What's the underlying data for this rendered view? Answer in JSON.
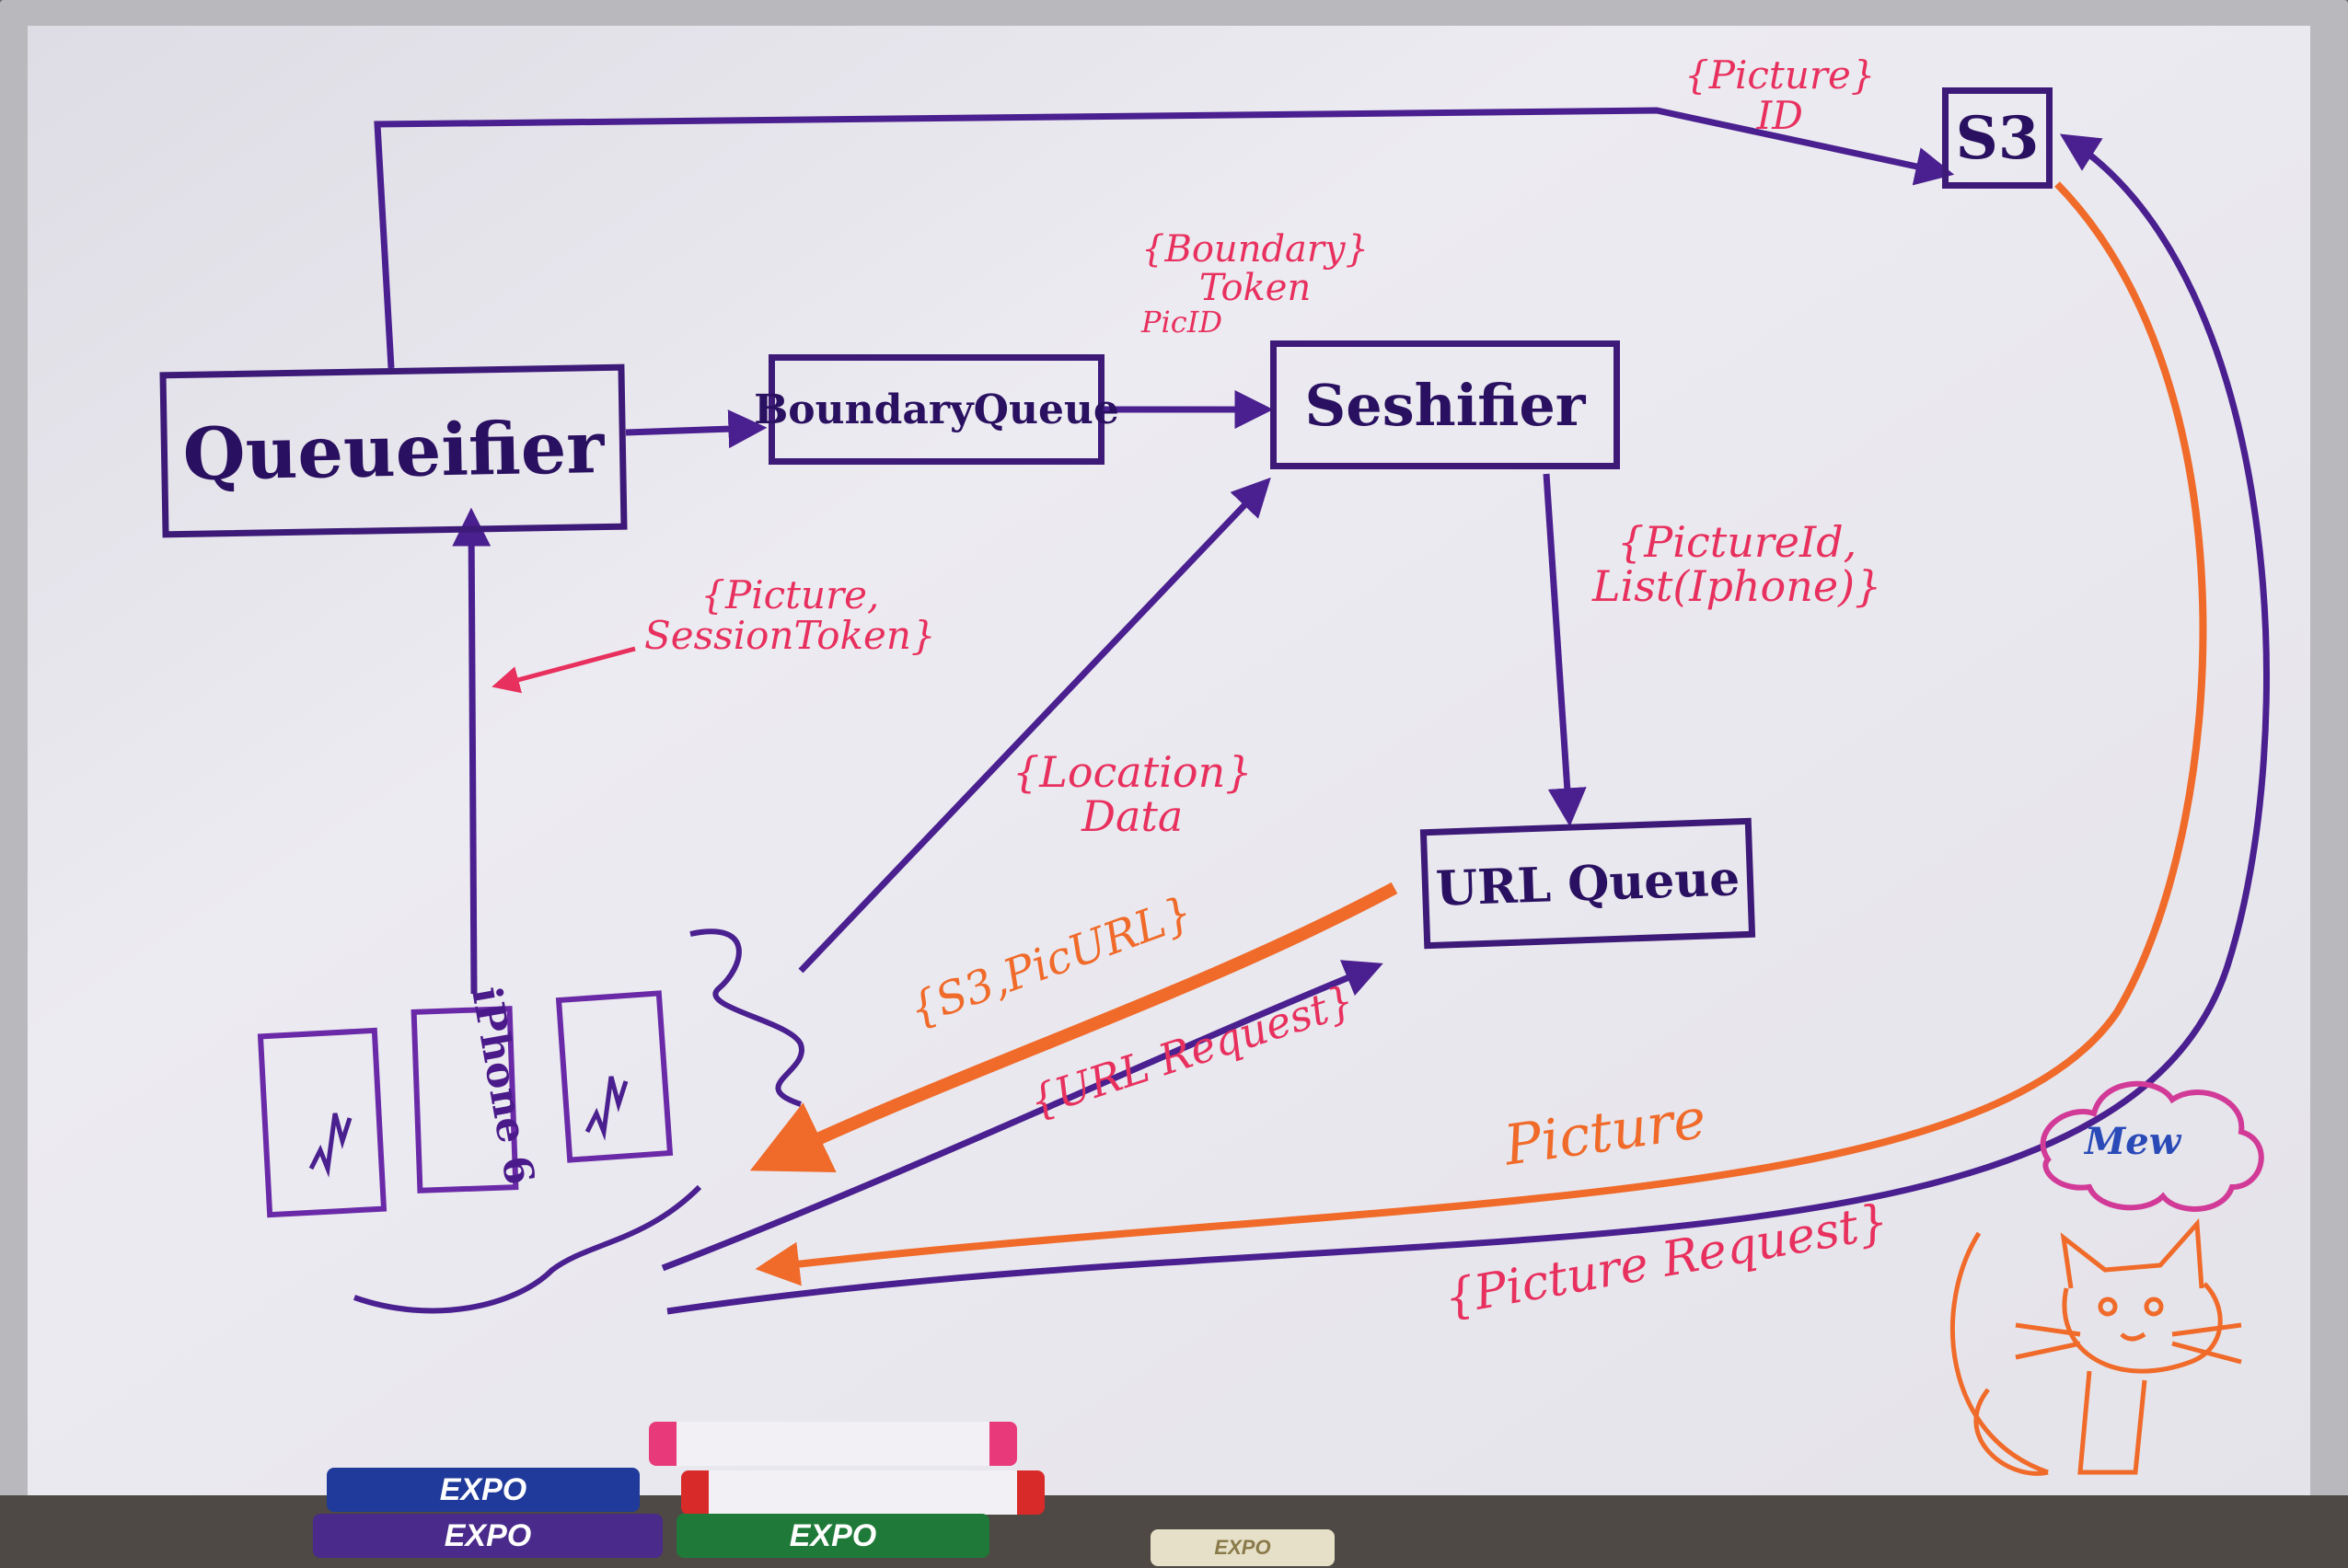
{
  "nodes": {
    "queueifier": "Queueifier",
    "boundary_queue": "BoundaryQueue",
    "seshifier": "Seshifier",
    "url_queue": "URL Queue",
    "s3": "S3"
  },
  "phones": {
    "iphone6_line1": "iPhone",
    "iphone6_line2": "6"
  },
  "labels": {
    "picture_id_s3": [
      "{Picture}",
      "ID"
    ],
    "boundary_token": [
      "{Boundary}",
      "Token",
      "PicID"
    ],
    "picture_session": [
      "{Picture,",
      "SessionToken}"
    ],
    "picture_id_list": [
      "{PictureId,",
      "List(Iphone)}"
    ],
    "location_data": [
      "{Location}",
      "Data"
    ],
    "s3_pic_url": "{S3,PicURL}",
    "url_request": "{URL Request}",
    "picture": "Picture",
    "picture_request": "{Picture Request}",
    "mew": "Mew"
  },
  "markers": [
    "EXPO",
    "EXPO",
    "EXPO",
    "EXPO"
  ],
  "colors": {
    "board": "#ecebf1",
    "purple_ink": "#4a1f8f",
    "pink_ink": "#e8305e",
    "orange_ink": "#f06a2a",
    "blue_ink": "#2a4ab8",
    "frame": "#b9b9bd"
  }
}
